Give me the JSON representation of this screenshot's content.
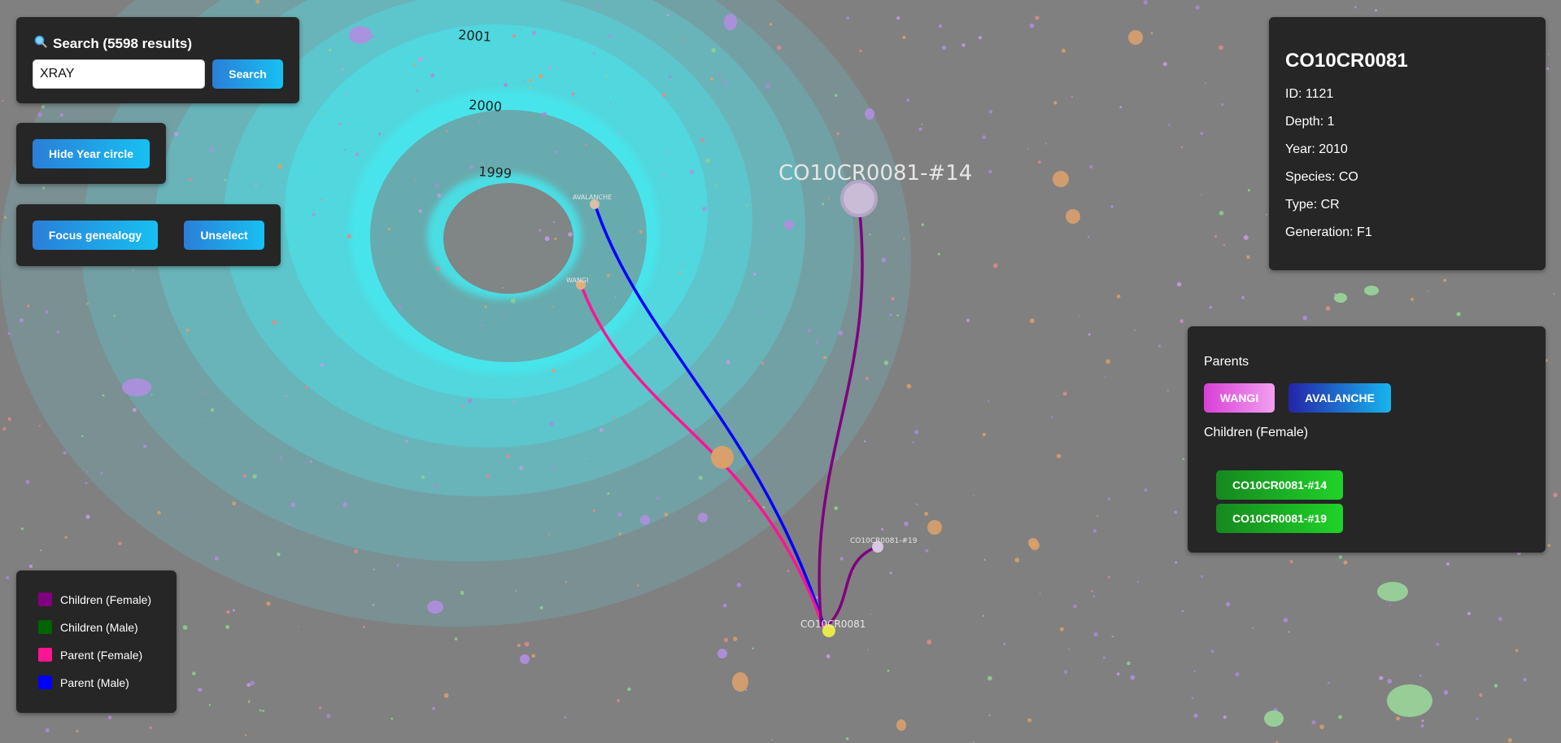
{
  "search": {
    "title": "Search (5598 results)",
    "icon": "search-icon",
    "value": "XRAY",
    "button_label": "Search"
  },
  "year_controls": {
    "hide_year_label": "Hide Year circle"
  },
  "genealogy_controls": {
    "focus_label": "Focus genealogy",
    "unselect_label": "Unselect"
  },
  "legend": {
    "items": [
      {
        "label": "Children (Female)",
        "color": "#800080"
      },
      {
        "label": "Children (Male)",
        "color": "#006400"
      },
      {
        "label": "Parent (Female)",
        "color": "#ff1493"
      },
      {
        "label": "Parent (Male)",
        "color": "#0000ff"
      }
    ]
  },
  "details": {
    "title": "CO10CR0081",
    "id": "ID: 1121",
    "depth": "Depth: 1",
    "year": "Year: 2010",
    "species": "Species: CO",
    "type": "Type: CR",
    "generation": "Generation: F1"
  },
  "relations": {
    "parents_label": "Parents",
    "parents": [
      "WANGI",
      "AVALANCHE"
    ],
    "children_label": "Children (Female)",
    "children": [
      "CO10CR0081-#14",
      "CO10CR0081-#19"
    ]
  },
  "scene": {
    "year_labels": [
      "2001",
      "2000",
      "1999"
    ],
    "node_labels": {
      "selected": "CO10CR0081",
      "child_14": "CO10CR0081-#14",
      "child_19": "CO10CR0081-#19",
      "parent_avalanche": "AVALANCHE",
      "parent_wangi": "WANGI"
    },
    "colors": {
      "background": "#808080",
      "year_ring": "#3de3ee",
      "parent_female_link": "#ff1493",
      "parent_male_link": "#0000ff",
      "child_female_link": "#800080",
      "selected_node": "#e8e84a"
    }
  }
}
